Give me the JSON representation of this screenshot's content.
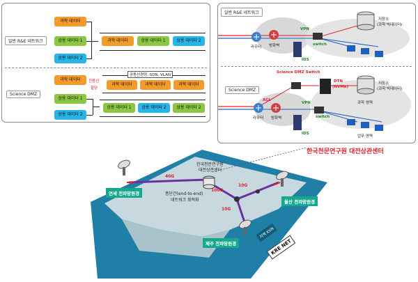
{
  "left_panel": {
    "section_general": "일반 R&E 네트워크",
    "section_dmz": "Science DMZ",
    "general_inputs": [
      "과학 데이터",
      "상용 데이터 1",
      "상용 데이터 2"
    ],
    "general_outputs": [
      "과학 데이터",
      "상용 데이터 1",
      "상용 데이터 2"
    ],
    "dmz_inputs": [
      "과학 데이터",
      "상용 데이터 1",
      "상용 데이터 2"
    ],
    "dedicated_label_1": "전용선",
    "dedicated_label_2": "할당",
    "shared_label": "공동신경망, SDN, VLAN",
    "dmz_science_outputs": [
      "과학 데이터",
      "과학 데이터",
      "과학 데이터"
    ],
    "dmz_outputs": [
      "상용 데이터 1",
      "상용 데이터 2",
      "상용 데이터 2"
    ]
  },
  "right_panel": {
    "section_general": "일반 R&E 네트워크",
    "section_dmz": "Science DMZ",
    "dmz_switch": "Science DMZ Switch",
    "dtn_1": "DTN",
    "dtn_2": "(NVMe)",
    "storage_1": "저장소",
    "storage_1_sub": "(과학 빅데이터)",
    "storage_2": "저장소",
    "storage_2_sub": "(과학 빅데이터)",
    "router": "라우터",
    "firewall": "방화벽",
    "vpn": "VPN",
    "switch": "switch",
    "ids": "IDS",
    "acl": "ACL",
    "science_area": "과학 영역",
    "business_area": "업무 영역"
  },
  "center_title": "한국천문연구원 대전상관센터",
  "map": {
    "center_label_1": "한국천문연구원",
    "center_label_2": "대전상관센터",
    "e2e_label_1": "종단간(end-to-end)",
    "e2e_label_2": "네트워크 최적화",
    "link_west": "40G",
    "link_center": "100G",
    "link_east": "10G",
    "link_south": "10G",
    "site_west": "연세 전파망원경",
    "site_east": "울산 전파망원경",
    "site_south": "제주 전파망원경",
    "kvn": "지역 KVN",
    "kreonet": "KRE NET"
  },
  "colors": {
    "science": "#f39a2c",
    "commercial_1": "#8dc642",
    "commercial_2": "#29b4e8",
    "highlight": "#e0202a",
    "sea": "#1f7fa6",
    "link": "#6a2fa0"
  }
}
